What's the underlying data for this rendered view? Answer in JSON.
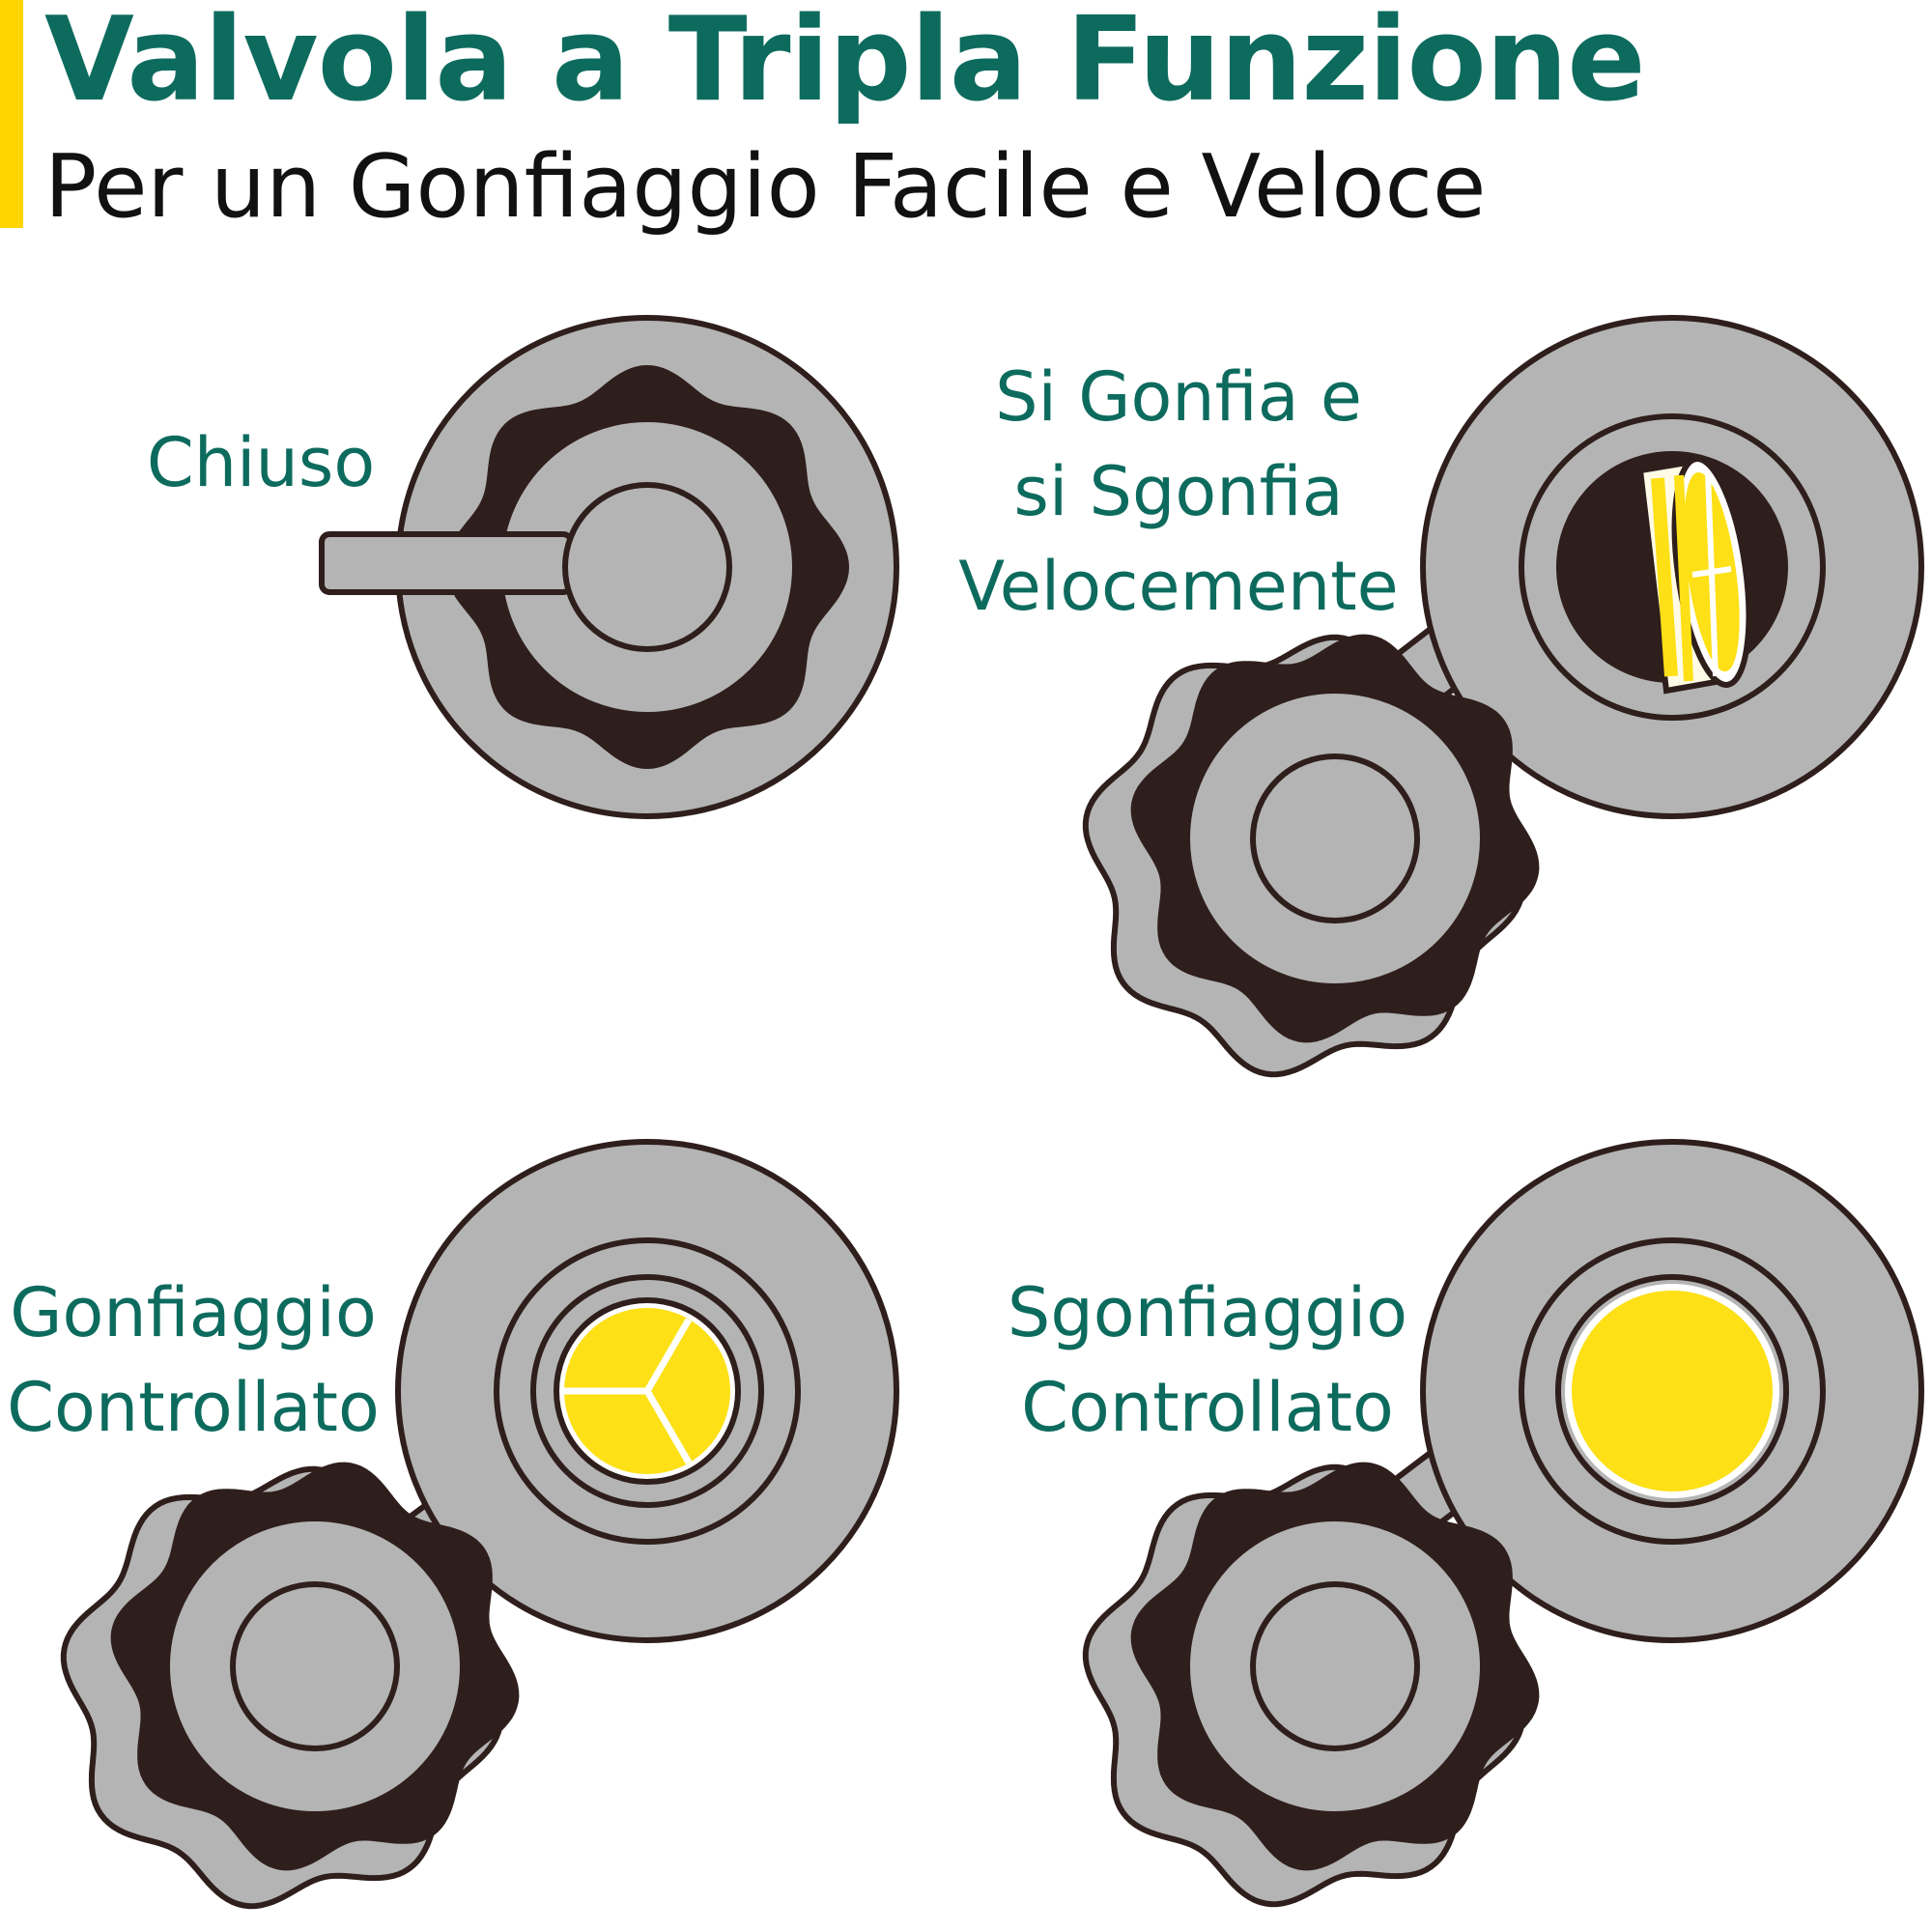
{
  "header": {
    "title": "Valvola a Tripla Funzione",
    "subtitle": "Per un Gonfiaggio Facile e Veloce"
  },
  "valves": [
    {
      "id": "closed",
      "lines": [
        "Chiuso"
      ]
    },
    {
      "id": "fast",
      "lines": [
        "Si Gonfia e",
        "si Sgonfia",
        "Velocemente"
      ]
    },
    {
      "id": "inflate",
      "lines": [
        "Gonfiaggio",
        "Controllato"
      ]
    },
    {
      "id": "deflate",
      "lines": [
        "Sgonfiaggio",
        "Controllato"
      ]
    }
  ],
  "colors": {
    "heading": "#0d6b5e",
    "accent": "#ffd400",
    "label": "#0d6b5e",
    "gray": "#b4b4b4",
    "dark": "#2e1e1c",
    "yellow": "#fde016"
  }
}
